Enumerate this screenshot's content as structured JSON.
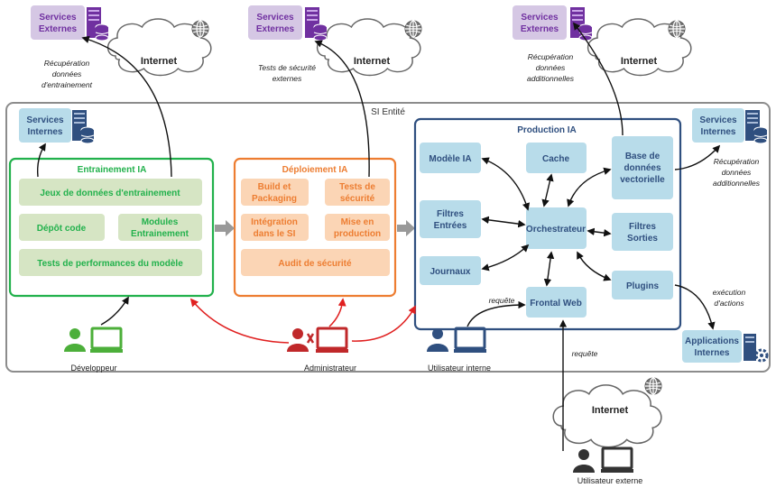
{
  "internet_label": "Internet",
  "si_entite": {
    "title": "SI Entité"
  },
  "services_externes": {
    "label_line1": "Services",
    "label_line2": "Externes"
  },
  "services_internes": {
    "label_line1": "Services",
    "label_line2": "Internes"
  },
  "external_notes": {
    "recup_training": [
      "Récupération",
      "données",
      "d'entrainement"
    ],
    "tests_securite": [
      "Tests de sécurité",
      "externes"
    ],
    "recup_additional_top": [
      "Récupération",
      "données",
      "additionnelles"
    ],
    "recup_additional_side": [
      "Récupération",
      "données",
      "additionnelles"
    ],
    "execution_actions": [
      "exécution",
      "d'actions"
    ],
    "requete_internal": "requête",
    "requete_external": "requête"
  },
  "entrainement": {
    "title": "Entrainement IA",
    "jeux_donnees": "Jeux de données d'entrainement",
    "depot_code": "Dépôt code",
    "modules": [
      "Modules",
      "Entrainement"
    ],
    "tests_performances": "Tests de performances du modèle"
  },
  "deploiement": {
    "title": "Déploiement IA",
    "build": [
      "Build et",
      "Packaging"
    ],
    "tests_securite": [
      "Tests de",
      "sécurité"
    ],
    "integration": [
      "Intégration",
      "dans le SI"
    ],
    "mise_en_production": [
      "Mise en",
      "production"
    ],
    "audit": "Audit de sécurité"
  },
  "production": {
    "title": "Production IA",
    "modele_ia": "Modèle IA",
    "cache": "Cache",
    "base_donnees": [
      "Base de",
      "données",
      "vectorielle"
    ],
    "filtres_entrees": [
      "Filtres",
      "Entrées"
    ],
    "orchestrateur": "Orchestrateur",
    "filtres_sorties": [
      "Filtres",
      "Sorties"
    ],
    "journaux": "Journaux",
    "plugins": "Plugins",
    "frontal_web": "Frontal Web"
  },
  "applications_internes": [
    "Applications",
    "Internes"
  ],
  "actors": {
    "developpeur": "Développeur",
    "administrateur": "Administrateur",
    "utilisateur_interne": "Utilisateur interne",
    "utilisateur_externe": "Utilisateur externe"
  },
  "colors": {
    "green": "#22b14c",
    "green_fill": "#d6e5c4",
    "orange": "#ed7d31",
    "orange_fill": "#fbd5b5",
    "navy": "#2f4f7f",
    "blue_fill": "#b8dcea",
    "purple_fill": "#d5c7e4",
    "purple": "#7030a0",
    "red": "#e02020"
  },
  "icons": [
    "cloud-icon",
    "globe-icon",
    "server-icon",
    "database-icon",
    "laptop-icon",
    "person-icon",
    "gear-icon",
    "tools-icon"
  ]
}
